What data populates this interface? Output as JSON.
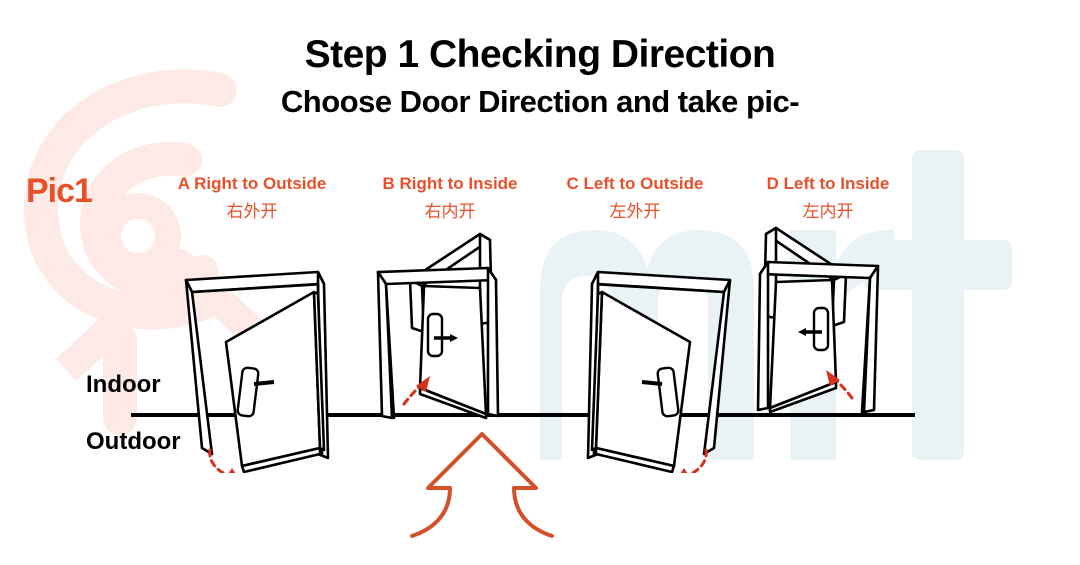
{
  "header": {
    "title": "Step 1 Checking Direction",
    "subtitle": "Choose Door Direction and take pic-"
  },
  "pic_badge": "Pic1",
  "side_labels": {
    "indoor": "Indoor",
    "outdoor": "Outdoor"
  },
  "colors": {
    "accent_orange": "#e8502a",
    "arrow_red": "#d4321e",
    "line_black": "#000000",
    "background": "#ffffff",
    "watermark_pink": "#fdeae6",
    "watermark_blue": "#e9f2f5"
  },
  "options": [
    {
      "id": "A",
      "label_en": "A Right to Outside",
      "label_cn": "右外开",
      "hinge": "right",
      "swing": "outside"
    },
    {
      "id": "B",
      "label_en": "B Right to Inside",
      "label_cn": "右内开",
      "hinge": "right",
      "swing": "inside"
    },
    {
      "id": "C",
      "label_en": "C Left to Outside",
      "label_cn": "左外开",
      "hinge": "left",
      "swing": "outside"
    },
    {
      "id": "D",
      "label_en": "D Left to Inside",
      "label_cn": "左内开",
      "hinge": "left",
      "swing": "inside"
    }
  ],
  "watermarks": {
    "left_logo": "smart-logo-watermark",
    "right_text": "mart"
  }
}
